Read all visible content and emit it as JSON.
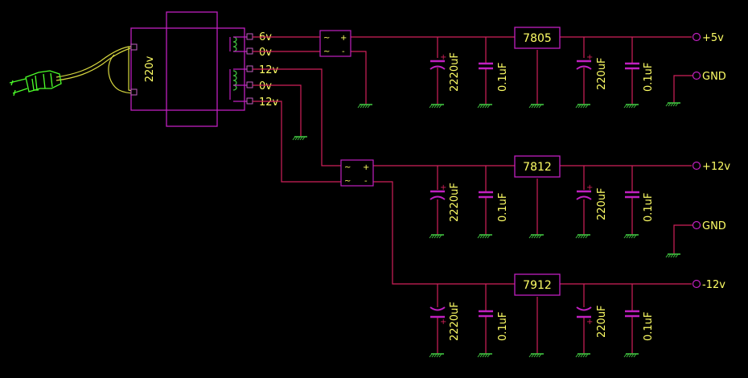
{
  "colors": {
    "background": "#000000",
    "wire": "#d0205a",
    "component": "#c020c0",
    "text": "#ffff66",
    "ground": "#40c040",
    "plug": "#4cff2a",
    "cord": "#d8d840",
    "pin": "#c060c0"
  },
  "transformer": {
    "primary_label": "220v",
    "taps": [
      "6v",
      "0v",
      "12v",
      "0v",
      "12v"
    ]
  },
  "rectifier_symbols": {
    "ac": "~",
    "plus": "+",
    "minus": "-"
  },
  "regulators": [
    "7805",
    "7812",
    "7912"
  ],
  "capacitors": {
    "bulk_in": "2220uF",
    "bulk_out": "220uF",
    "bypass": "0.1uF",
    "polarity": "+"
  },
  "outputs": [
    "+5v",
    "GND",
    "+12v",
    "GND",
    "-12v"
  ],
  "icons": {
    "plug": "power-plug-icon",
    "ground": "ground-symbol-icon",
    "terminal": "output-terminal-icon"
  }
}
